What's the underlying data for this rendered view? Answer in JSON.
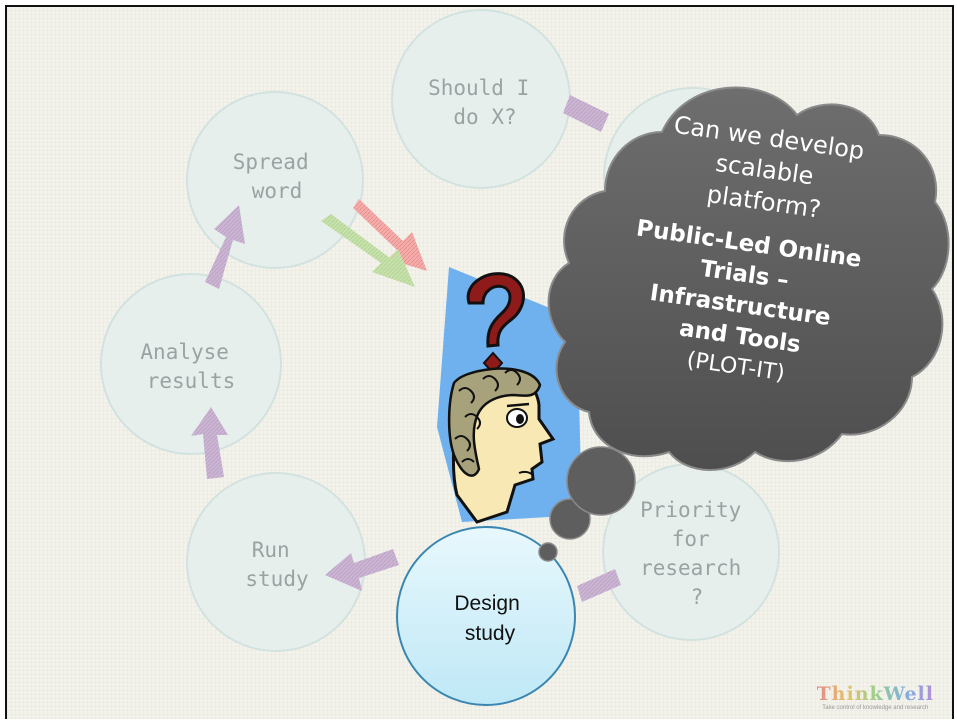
{
  "cycle": {
    "should": [
      "Should I",
      "do X?"
    ],
    "spread": [
      "Spread",
      "word"
    ],
    "analyse": [
      "Analyse",
      "results"
    ],
    "run": [
      "Run",
      "study"
    ],
    "design": [
      "Design",
      "study"
    ],
    "priority": [
      "Priority",
      "for",
      "research",
      "?"
    ]
  },
  "cloud": {
    "question": [
      "Can we develop",
      "scalable",
      "platform?"
    ],
    "project": [
      "Public-Led Online",
      "Trials –",
      "Infrastructure",
      "and Tools"
    ],
    "code": "(PLOT-IT)"
  },
  "logo": {
    "name": "ThinkWell",
    "tagline": "Take control of knowledge and research"
  },
  "colors": {
    "circle_fill": "#e6efec",
    "circle_stroke": "#d2e2df",
    "design_fill": "#d5f1fa",
    "design_stroke": "#3a86b0",
    "arrow_purple": "#c8b2cf",
    "arrow_green": "#c4dfa8",
    "arrow_red": "#f2a6a4",
    "cloud_fill": "#5e5e5e",
    "highlight_blue": "#6fb0ee",
    "question_mark": "#8e1a1a"
  }
}
